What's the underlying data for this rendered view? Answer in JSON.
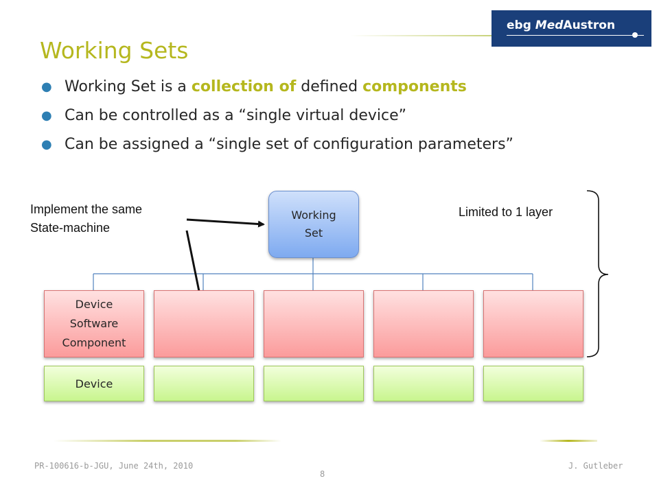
{
  "header": {
    "logo_prefix": "ebg ",
    "logo_med": "Med",
    "logo_suffix": "Austron"
  },
  "slide": {
    "title": "Working Sets",
    "bullets": [
      {
        "pre": "Working Set is a ",
        "hl1": "collection of",
        "mid": " defined ",
        "hl2": "components"
      },
      {
        "text": "Can be controlled as a “single virtual device”"
      },
      {
        "text": "Can be assigned a “single set of configuration parameters”"
      }
    ]
  },
  "diagram": {
    "root_node": {
      "label": "Working Set"
    },
    "component_row": [
      {
        "label": "Device Software Component"
      },
      {
        "label": ""
      },
      {
        "label": ""
      },
      {
        "label": ""
      },
      {
        "label": ""
      }
    ],
    "device_row": [
      {
        "label": "Device"
      },
      {
        "label": ""
      },
      {
        "label": ""
      },
      {
        "label": ""
      },
      {
        "label": ""
      }
    ],
    "annotation_left_line1": "Implement the same",
    "annotation_left_line2": "State-machine",
    "annotation_right": "Limited to 1 layer"
  },
  "footer": {
    "reference": "PR-100616-b-JGU, June 24th, 2010",
    "page_number": "8",
    "author": "J. Gutleber"
  },
  "colors": {
    "title_accent": "#b5b71e",
    "bullet_dot": "#2e7fb3",
    "logo_bg": "#1a3f7a",
    "node_blue": "#7eaaf0",
    "node_red": "#fb9b9b",
    "node_green": "#c8f58e",
    "connector": "#4f81bd"
  }
}
